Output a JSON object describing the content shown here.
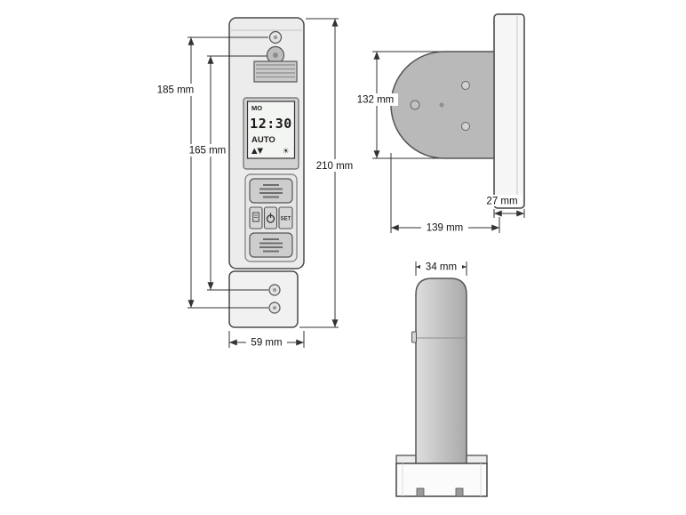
{
  "diagram": {
    "front_view": {
      "display": {
        "day": "MO",
        "time": "12:30",
        "mode": "AUTO",
        "arrows_icon": "▲▼",
        "sun_icon": "☀"
      },
      "buttons": {
        "set_label": "SET"
      }
    },
    "dimensions": {
      "front_hole_span_outer": "185 mm",
      "front_hole_span_inner": "165 mm",
      "front_height_total": "210 mm",
      "front_width": "59 mm",
      "side_height": "132 mm",
      "side_plate_depth": "27 mm",
      "side_depth_total": "139 mm",
      "profile_width": "34 mm"
    },
    "colors": {
      "body": "#ececec",
      "bracket": "#b9b9b9",
      "dimension_line": "#333333",
      "background": "#ffffff"
    }
  }
}
